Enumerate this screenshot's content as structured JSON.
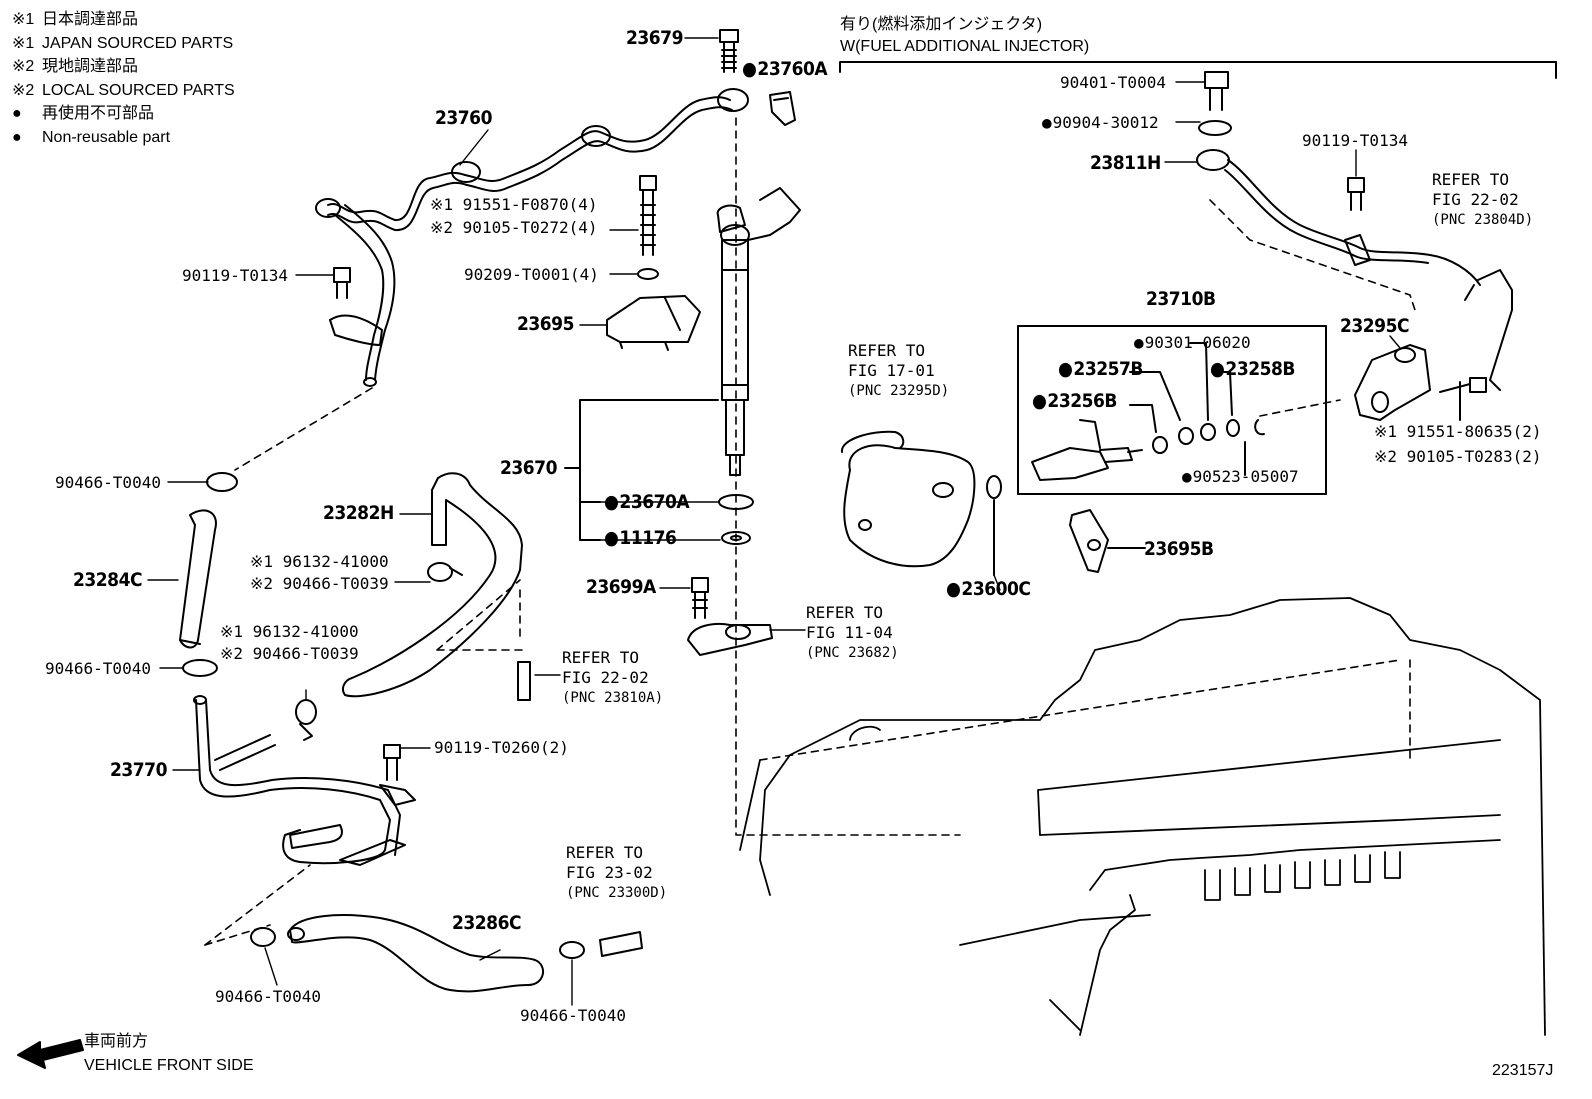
{
  "legend": [
    {
      "mark": "※1",
      "text": "日本調達部品"
    },
    {
      "mark": "※1",
      "text": "JAPAN SOURCED PARTS"
    },
    {
      "mark": "※2",
      "text": "現地調達部品"
    },
    {
      "mark": "※2",
      "text": "LOCAL SOURCED PARTS"
    },
    {
      "mark": "●",
      "text": "再使用不可部品"
    },
    {
      "mark": "●",
      "text": "Non-reusable part"
    }
  ],
  "note_jp": "有り(燃料添加インジェクタ)",
  "note_en": "W(FUEL ADDITIONAL INJECTOR)",
  "front_jp": "車両前方",
  "front_en": "VEHICLE FRONT SIDE",
  "drawing_number": "223157J",
  "parts": {
    "p23679": "23679",
    "p23760A": "23760A",
    "p23760": "23760",
    "p91551F0870": "※1 91551-F0870(4)",
    "p90105T0272": "※2 90105-T0272(4)",
    "p90209T0001": "90209-T0001(4)",
    "p23695": "23695",
    "p90119T0134a": "90119-T0134",
    "p23670": "23670",
    "p23670A": "23670A",
    "p11176": "11176",
    "p23699A": "23699A",
    "p90466T0040a": "90466-T0040",
    "p23284C": "23284C",
    "p23282H": "23282H",
    "p96132a": "※1 96132-41000",
    "p90466T0039a": "※2 90466-T0039",
    "p96132b": "※1 96132-41000",
    "p90466T0039b": "※2 90466-T0039",
    "p90466T0040b": "90466-T0040",
    "p23770": "23770",
    "p90119T0260": "90119-T0260(2)",
    "p23286C": "23286C",
    "p90466T0040c": "90466-T0040",
    "p90466T0040d": "90466-T0040",
    "p90401T0004": "90401-T0004",
    "p9090430012": "90904-30012",
    "p23811H": "23811H",
    "p90119T0134b": "90119-T0134",
    "p23710B": "23710B",
    "p9030106020": "90301-06020",
    "p23257B": "23257B",
    "p23258B": "23258B",
    "p23256B": "23256B",
    "p9052305007": "90523-05007",
    "p23295C": "23295C",
    "p9155180635": "※1 91551-80635(2)",
    "p90105T0283": "※2 90105-T0283(2)",
    "p23695B": "23695B",
    "p23600C": "23600C"
  },
  "refs": {
    "fig2202a": {
      "l1": "REFER TO",
      "l2": "FIG 22-02",
      "l3": "(PNC 23804D)"
    },
    "fig1701": {
      "l1": "REFER TO",
      "l2": "FIG 17-01",
      "l3": "(PNC 23295D)"
    },
    "fig1104": {
      "l1": "REFER TO",
      "l2": "FIG 11-04",
      "l3": "(PNC 23682)"
    },
    "fig2202b": {
      "l1": "REFER TO",
      "l2": "FIG 22-02",
      "l3": "(PNC 23810A)"
    },
    "fig2302": {
      "l1": "REFER TO",
      "l2": "FIG 23-02",
      "l3": "(PNC 23300D)"
    }
  }
}
